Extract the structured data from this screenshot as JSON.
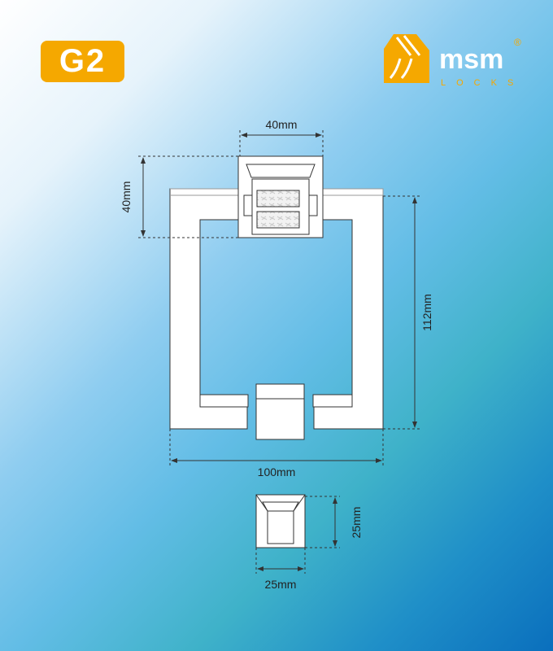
{
  "model_badge": "G2",
  "brand": {
    "name": "msm",
    "subtitle": "LOCKS",
    "registered": "®",
    "color": "#f5a800"
  },
  "dimensions": {
    "mount_width": "40mm",
    "mount_height": "40mm",
    "ring_height": "112mm",
    "ring_width": "100mm",
    "knob_height": "25mm",
    "knob_width": "25mm"
  }
}
